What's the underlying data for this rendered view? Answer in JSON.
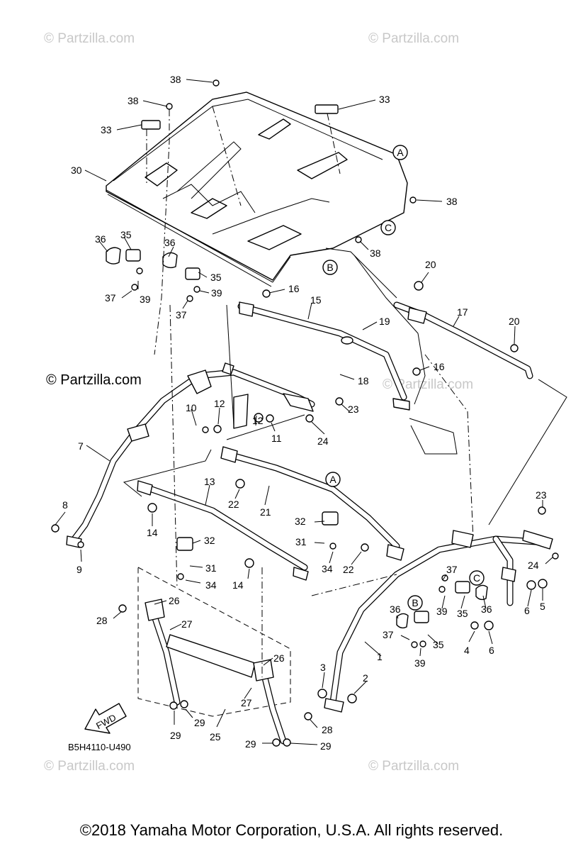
{
  "watermarks": {
    "top_left": "© Partzilla.com",
    "top_right": "© Partzilla.com",
    "mid_right": "© Partzilla.com",
    "bottom_left": "© Partzilla.com",
    "bottom_right": "© Partzilla.com"
  },
  "watermark_main": "© Partzilla.com",
  "diagram_code": "B5H4110-U490",
  "fwd_label": "FWD",
  "footer": "©2018  Yamaha Motor Corporation, U.S.A. All rights reserved.",
  "callouts": {
    "A": "A",
    "B": "B",
    "C": "C"
  },
  "part_numbers": [
    "1",
    "2",
    "3",
    "4",
    "5",
    "6",
    "7",
    "8",
    "9",
    "10",
    "11",
    "12",
    "13",
    "14",
    "15",
    "16",
    "17",
    "18",
    "19",
    "20",
    "21",
    "22",
    "23",
    "24",
    "25",
    "26",
    "27",
    "28",
    "29",
    "30",
    "31",
    "32",
    "33",
    "34",
    "35",
    "36",
    "37",
    "38",
    "39"
  ]
}
